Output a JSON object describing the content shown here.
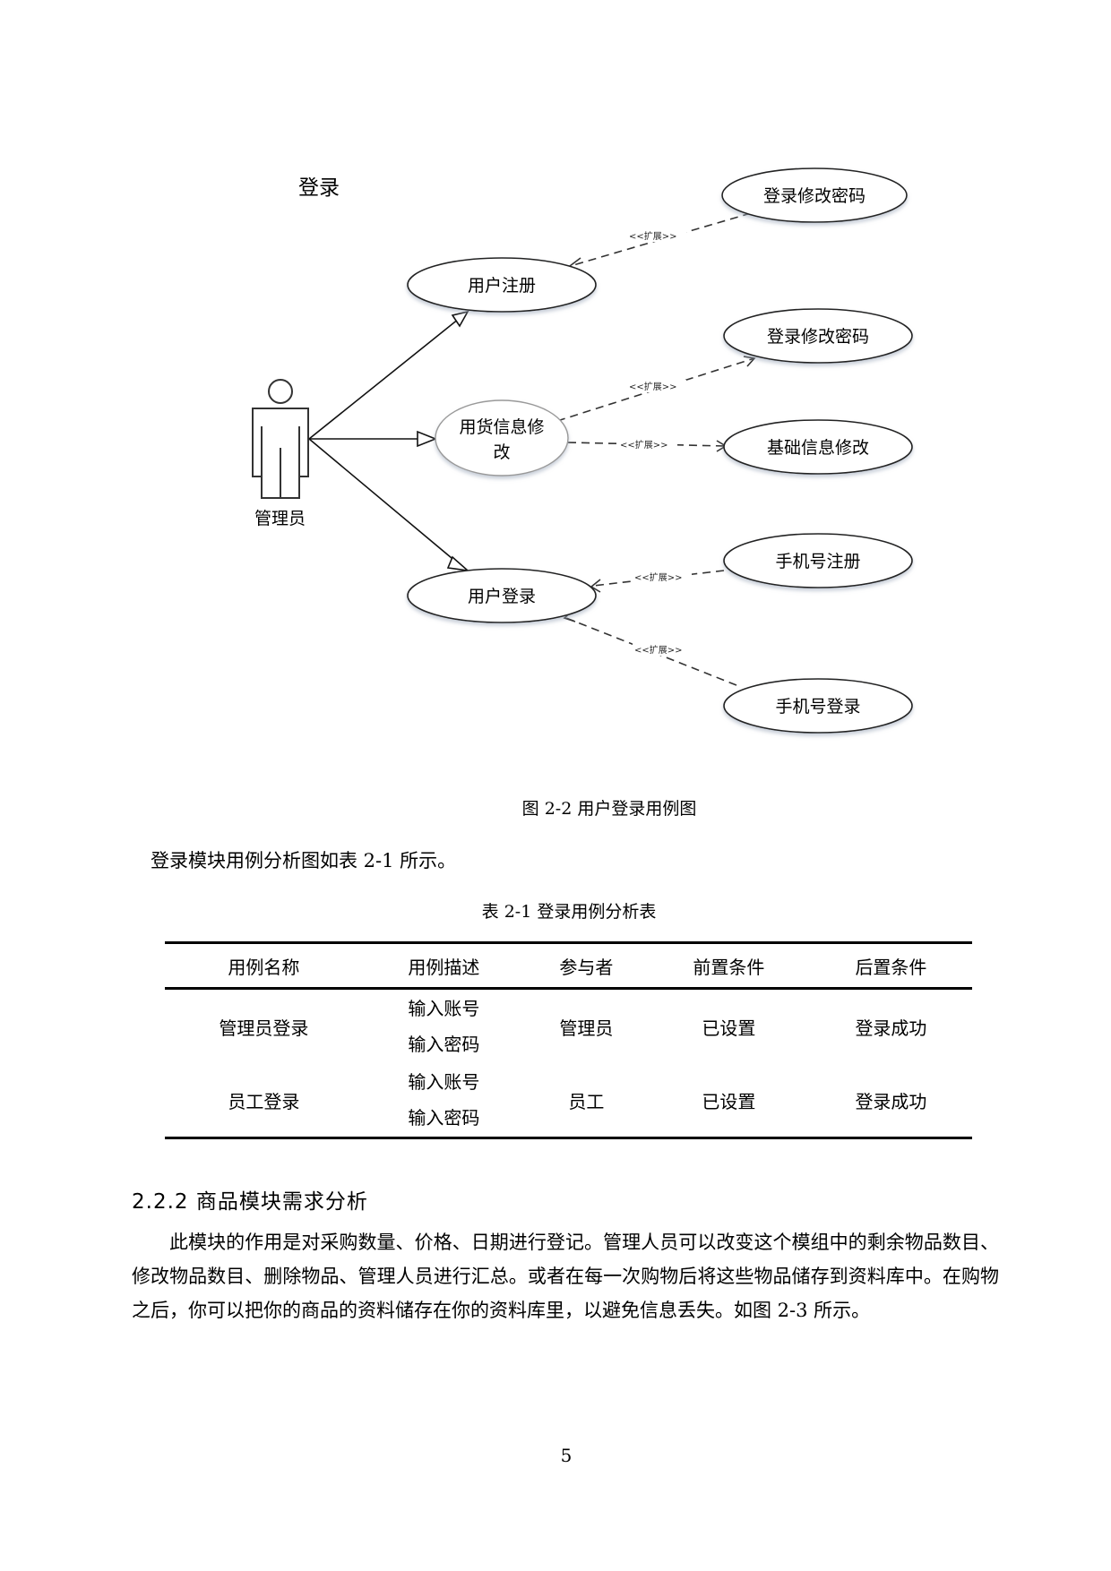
{
  "diagram": {
    "title": "登录",
    "actor": {
      "label": "管理员"
    },
    "extend_label": "<<扩展>>",
    "use_cases": [
      {
        "id": "register",
        "label": "用户注册"
      },
      {
        "id": "info_edit",
        "label_line1": "用货信息修",
        "label_line2": "改"
      },
      {
        "id": "login",
        "label": "用户登录"
      },
      {
        "id": "change_pwd_1",
        "label": "登录修改密码"
      },
      {
        "id": "change_pwd_2",
        "label": "登录修改密码"
      },
      {
        "id": "basic_info_edit",
        "label": "基础信息修改"
      },
      {
        "id": "phone_register",
        "label": "手机号注册"
      },
      {
        "id": "phone_login",
        "label": "手机号登录"
      }
    ]
  },
  "figure_caption": "图 2-2 用户登录用例图",
  "intro_text": "登录模块用例分析图如表 2-1 所示。",
  "table": {
    "caption": "表 2-1  登录用例分析表",
    "headers": [
      "用例名称",
      "用例描述",
      "参与者",
      "前置条件",
      "后置条件"
    ],
    "rows": [
      {
        "name": "管理员登录",
        "desc": [
          "输入账号",
          "输入密码"
        ],
        "actor": "管理员",
        "pre": "已设置",
        "post": "登录成功"
      },
      {
        "name": "员工登录",
        "desc": [
          "输入账号",
          "输入密码"
        ],
        "actor": "员工",
        "pre": "已设置",
        "post": "登录成功"
      }
    ]
  },
  "section": {
    "heading": "2.2.2 商品模块需求分析",
    "paragraph": "此模块的作用是对采购数量、价格、日期进行登记。管理人员可以改变这个模组中的剩余物品数目、修改物品数目、删除物品、管理人员进行汇总。或者在每一次购物后将这些物品储存到资料库中。在购物之后，你可以把你的商品的资料储存在你的资料库里，以避免信息丢失。如图 2-3 所示。"
  },
  "page_number": "5"
}
